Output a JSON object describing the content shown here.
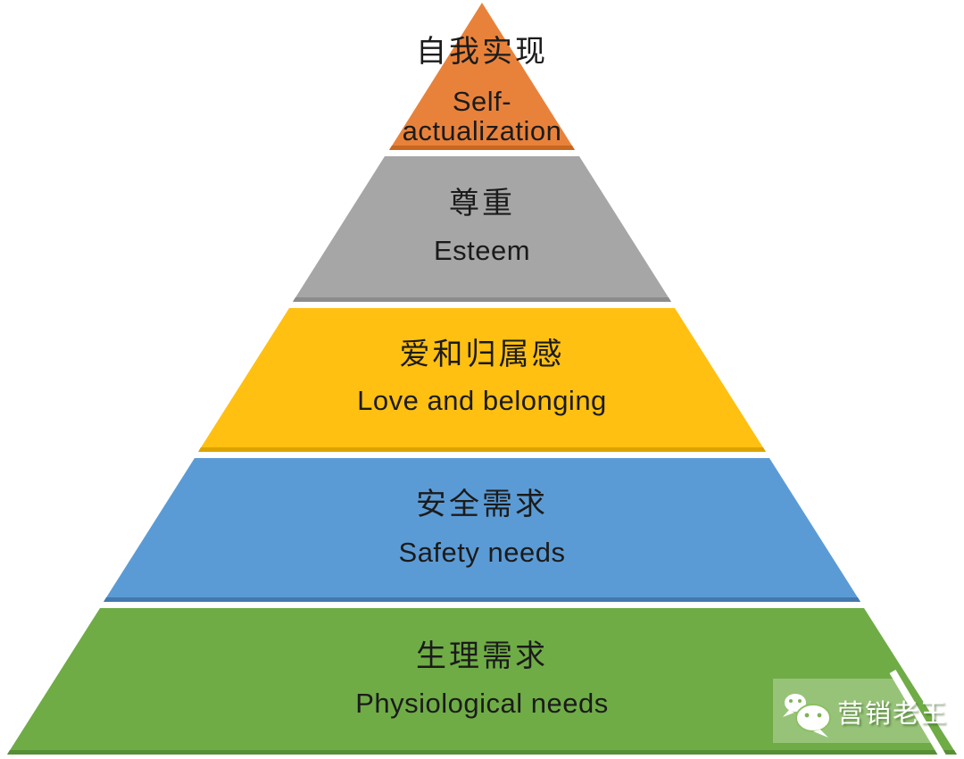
{
  "diagram": {
    "type": "pyramid",
    "background_color": "#ffffff",
    "text_color": "#1b1b1b"
  },
  "pyramid": {
    "levels": [
      {
        "position": "top",
        "zh": "自我实现",
        "en_line1": "Self-",
        "en_line2": "actualization",
        "en_full": "Self-actualization",
        "color": "#E8823B",
        "edge_color": "#C8671F"
      },
      {
        "position": "second",
        "zh": "尊重",
        "en_line1": "Esteem",
        "en_full": "Esteem",
        "color": "#A6A6A6",
        "edge_color": "#8C8C8C"
      },
      {
        "position": "middle",
        "zh": "爱和归属感",
        "en_line1": "Love and belonging",
        "en_full": "Love and belonging",
        "color": "#FFC011",
        "edge_color": "#DCA400"
      },
      {
        "position": "fourth",
        "zh": "安全需求",
        "en_line1": "Safety needs",
        "en_full": "Safety needs",
        "color": "#5B9BD5",
        "edge_color": "#4379AD"
      },
      {
        "position": "bottom",
        "zh": "生理需求",
        "en_line1": "Physiological needs",
        "en_full": "Physiological needs",
        "color": "#6FAC46",
        "edge_color": "#578F35"
      }
    ]
  },
  "watermark": {
    "account_name": "营销老王",
    "icon": "wechat-icon",
    "icon_color": "#ffffff",
    "icon_eye_color": "#7CB457"
  }
}
